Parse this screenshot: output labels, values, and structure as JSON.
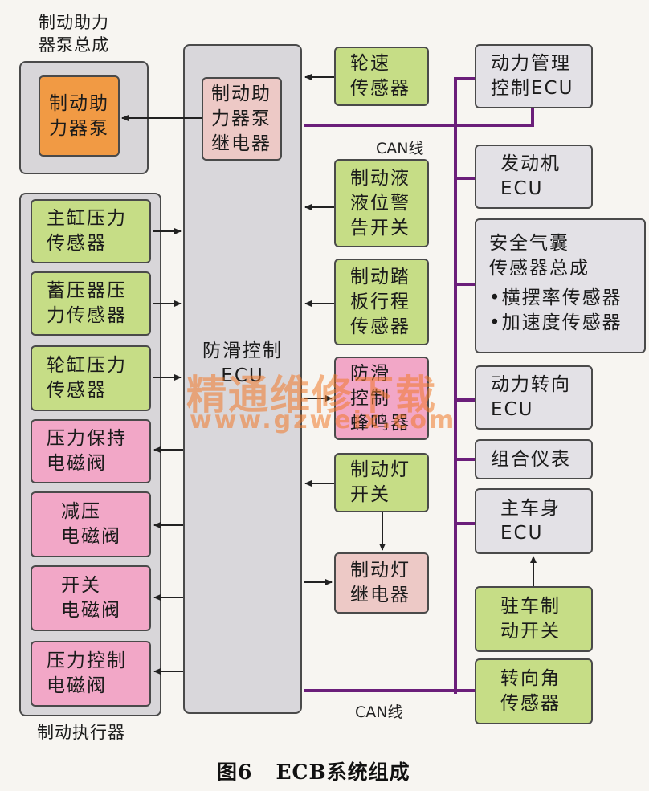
{
  "booster": {
    "title": "制动助力\n器泵总成",
    "pump": "制动助\n力器泵"
  },
  "ecu_center": {
    "label": "防滑控制\nECU",
    "relay": "制动助\n力器泵\n继电器"
  },
  "actuator": {
    "title": "制动执行器",
    "sensors": [
      "主缸压力\n传感器",
      "蓄压器压\n力传感器",
      "轮缸压力\n传感器"
    ],
    "valves": [
      "压力保持\n电磁阀",
      "减压\n电磁阀",
      "开关\n电磁阀",
      "压力控制\n电磁阀"
    ]
  },
  "middle_inputs": {
    "wheel_speed": "轮速\n传感器",
    "fluid_level": "制动液\n液位警\n告开关",
    "pedal_stroke": "制动踏\n板行程\n传感器",
    "buzzer": "防滑\n控制\n蜂鸣器",
    "stop_switch": "制动灯\n开关",
    "stop_relay": "制动灯\n继电器"
  },
  "bus_nodes": {
    "power_mgmt": "动力管理\n控制ECU",
    "engine": "发动机\nECU",
    "airbag_title": "安全气囊\n传感器总成",
    "airbag_items": [
      "•横摆率传感器",
      "•加速度传感器"
    ],
    "eps": "动力转向\nECU",
    "meter": "组合仪表",
    "body": "主车身\nECU",
    "parking": "驻车制\n动开关",
    "steering": "转向角\n传感器"
  },
  "can_labels": [
    "CAN线",
    "CAN线"
  ],
  "watermark": {
    "cn": "精通维修下载",
    "url": "www.gzweix.com"
  },
  "caption": "图6   ECB系统组成",
  "colors": {
    "sensor_green": "#c6dd86",
    "valve_pink": "#f2a7c7",
    "relay_rose": "#edc9c6",
    "pump_orange": "#f19a44",
    "can_bus": "#6b1e7a",
    "panel_gray": "#d8d6d9"
  }
}
